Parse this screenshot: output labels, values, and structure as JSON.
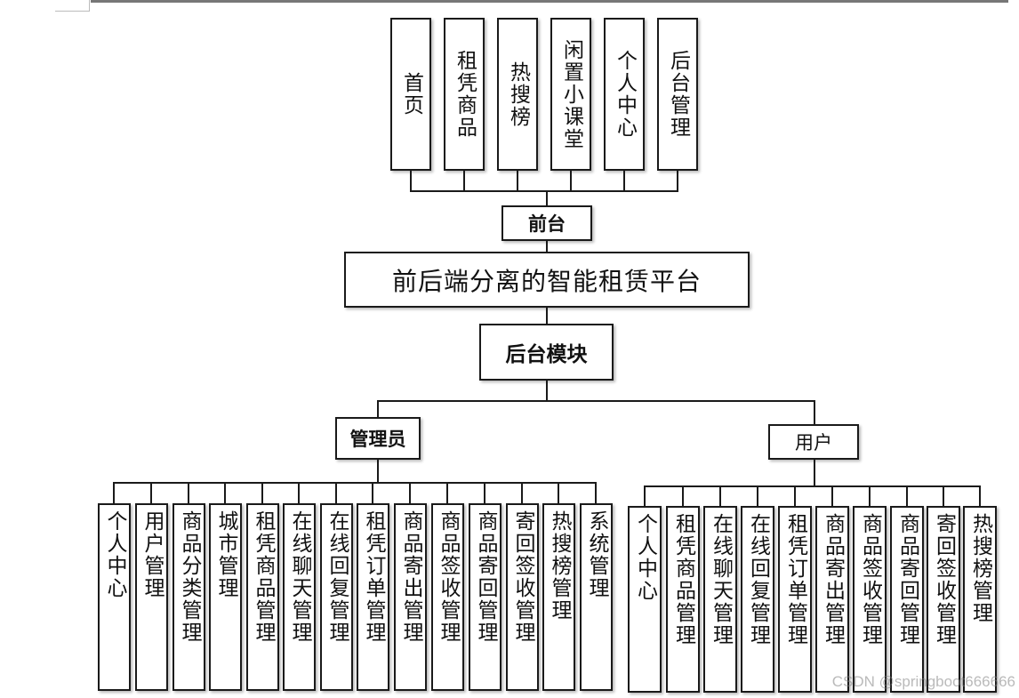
{
  "front_items": [
    "首页",
    "租凭商品",
    "热搜榜",
    "闲置小课堂",
    "个人中心",
    "后台管理"
  ],
  "front_label": "前台",
  "platform_title": "前后端分离的智能租赁平台",
  "backend_label": "后台模块",
  "admin": {
    "label": "管理员",
    "items": [
      "个人中心",
      "用户管理",
      "商品分类管理",
      "城市管理",
      "租凭商品管理",
      "在线聊天管理",
      "在线回复管理",
      "租凭订单管理",
      "商品寄出管理",
      "商品签收管理",
      "商品寄回管理",
      "寄回签收管理",
      "热搜榜管理",
      "系统管理"
    ]
  },
  "user": {
    "label": "用户",
    "items": [
      "个人中心",
      "租凭商品管理",
      "在线聊天管理",
      "在线回复管理",
      "租凭订单管理",
      "商品寄出管理",
      "商品签收管理",
      "商品寄回管理",
      "寄回签收管理",
      "热搜榜管理"
    ]
  },
  "watermark": "CSDN @springboot666666"
}
